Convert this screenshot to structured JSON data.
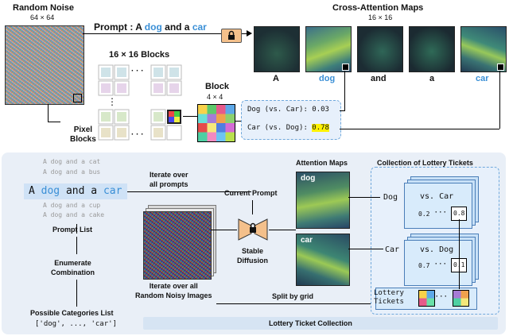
{
  "top": {
    "random_noise_title": "Random Noise",
    "random_noise_size": "64 × 64",
    "prompt_prefix": "Prompt : A",
    "prompt_word_dog": "dog",
    "prompt_mid": "and a",
    "prompt_word_car": "car",
    "blocks_title": "16 × 16 Blocks",
    "block_title": "Block",
    "block_size": "4 × 4",
    "pixel_blocks_label": "Pixel\nBlocks",
    "cross_attention_title": "Cross-Attention Maps",
    "cross_attention_size": "16 × 16",
    "token_labels": [
      "A",
      "dog",
      "and",
      "a",
      "car"
    ],
    "score_dog_label": "Dog (vs. Car):",
    "score_dog_value": "0.03",
    "score_car_label": "Car (vs. Dog):",
    "score_car_value": "0.78",
    "dots": "· · ·",
    "vdots": "⋮"
  },
  "bottom": {
    "prompt_list_items": [
      "A dog and a cat",
      "A dog and a bus",
      "A dog and a car",
      "A dog and a cup",
      "A dog and a cake"
    ],
    "current_prompt_parts": [
      "A",
      "dog",
      "and a",
      "car"
    ],
    "prompt_list_label": "Prompt List",
    "enumerate_label": "Enumerate\nCombination",
    "possible_categories_label": "Possible Categories List",
    "categories_list": "['dog', ..., 'car']",
    "iterate_prompts_label": "Iterate over\nall prompts",
    "current_prompt_label": "Current Prompt",
    "stable_diffusion_label": "Stable\nDiffusion",
    "iterate_images_label": "Iterate over all\nRandom Noisy Images",
    "attention_maps_title": "Attention Maps",
    "map_dog_label": "dog",
    "map_car_label": "car",
    "collection_title": "Collection of Lottery Tickets",
    "dog_row_label": "Dog",
    "dog_vs_label": "vs. Car",
    "dog_vals": [
      "0.2",
      "0.8"
    ],
    "car_row_label": "Car",
    "car_vs_label": "vs. Dog",
    "car_vals": [
      "0.7",
      "0.1"
    ],
    "lottery_tickets_label": "Lottery\nTickets",
    "split_by_grid_label": "Split by grid",
    "footer_label": "Lottery Ticket Collection",
    "dots": "· · ·"
  }
}
